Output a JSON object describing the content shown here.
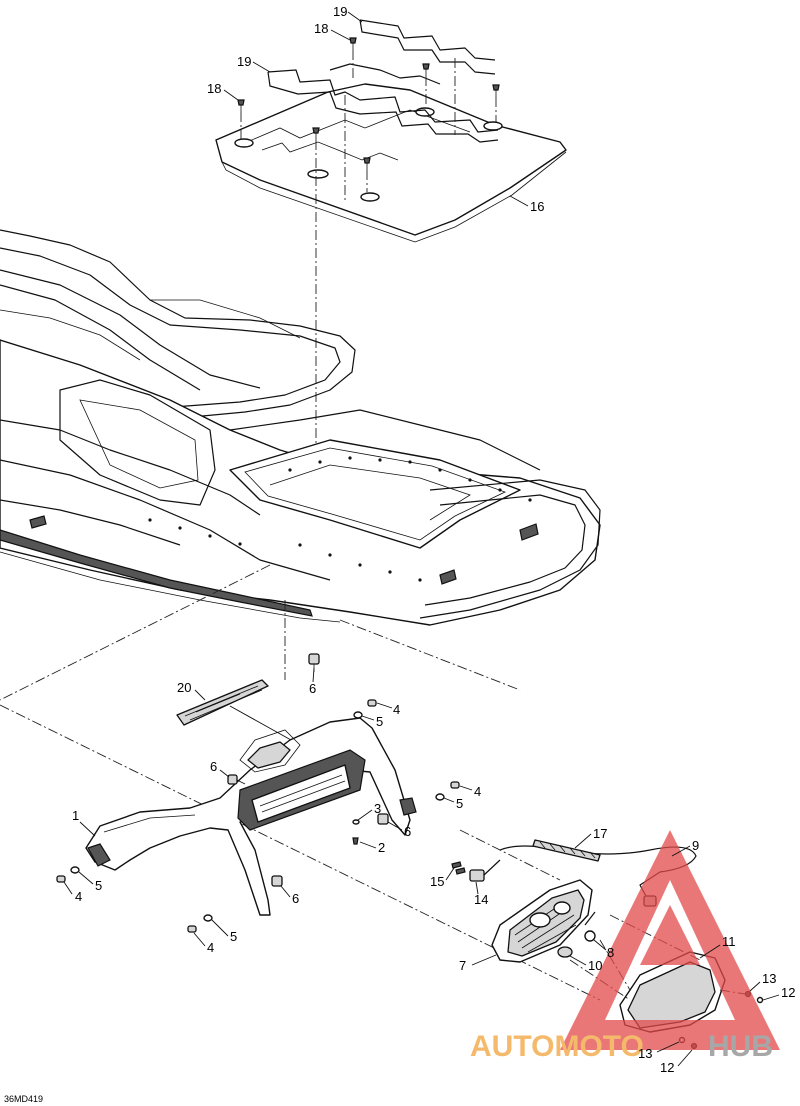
{
  "drawing_code": "36MD419",
  "watermark": {
    "text_part1": "AUTOMOTO",
    "text_part2": "HUB",
    "color_part1": "#f2a23a",
    "color_part2": "#8a8a8a",
    "triangle_color": "#e34a4a"
  },
  "labels": {
    "p1": "1",
    "p2": "2",
    "p3": "3",
    "p4a": "4",
    "p4b": "4",
    "p4c": "4",
    "p4d": "4",
    "p5a": "5",
    "p5b": "5",
    "p5c": "5",
    "p5d": "5",
    "p6a": "6",
    "p6b": "6",
    "p6c": "6",
    "p6d": "6",
    "p7": "7",
    "p8": "8",
    "p9": "9",
    "p10": "10",
    "p11": "11",
    "p12a": "12",
    "p12b": "12",
    "p13a": "13",
    "p13b": "13",
    "p14": "14",
    "p15": "15",
    "p16": "16",
    "p17": "17",
    "p18a": "18",
    "p18b": "18",
    "p19a": "19",
    "p19b": "19",
    "p20": "20"
  }
}
